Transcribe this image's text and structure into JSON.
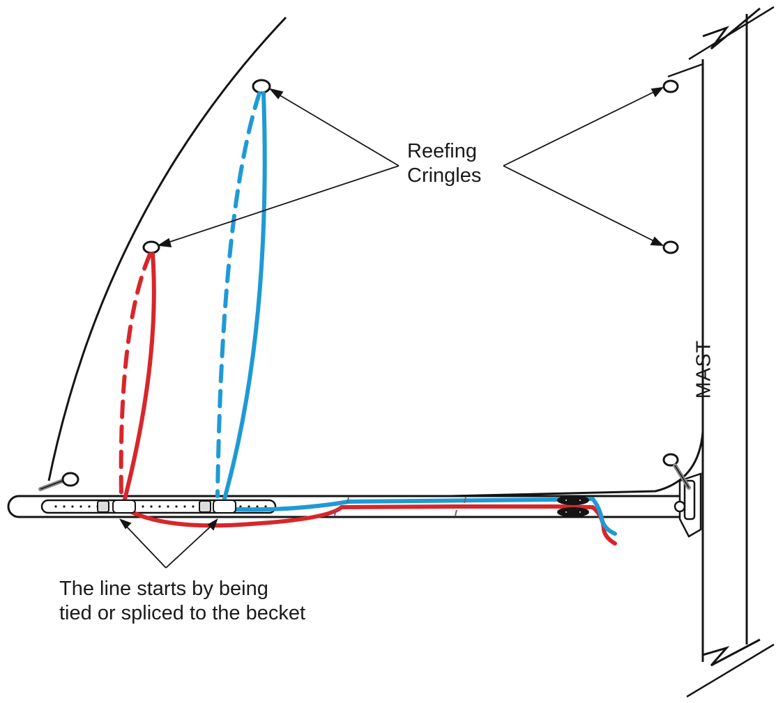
{
  "labels": {
    "cringles_line1": "Reefing",
    "cringles_line2": "Cringles",
    "becket_line1": "The line starts by being",
    "becket_line2": "tied or spliced to the becket",
    "mast": "MAST"
  },
  "colors": {
    "outline": "#141414",
    "red_line": "#d8262a",
    "blue_line": "#1e9ad6",
    "boom_fill": "#ffffff"
  }
}
